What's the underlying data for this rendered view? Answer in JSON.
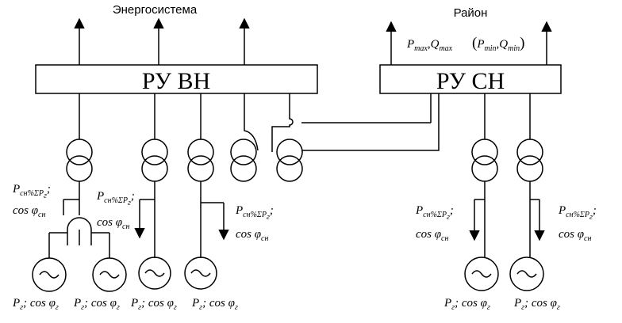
{
  "header": {
    "power_system": "Энергосистема",
    "district": "Район"
  },
  "buses": {
    "hv": "РУ ВН",
    "mv": "РУ СН"
  },
  "district_load": {
    "pmax": "P",
    "pmax_sub": "max",
    "qmax": "Q",
    "qmax_sub": "max",
    "pmin": "P",
    "pmin_sub": "min",
    "qmin": "Q",
    "qmin_sub": "min"
  },
  "aux_label": {
    "p": "P",
    "p_sub": "сн%ΣP",
    "p_sub2": "г",
    "cos": "cos φ",
    "cos_sub": "сн"
  },
  "gen_label": {
    "p": "P",
    "p_sub": "г",
    "cos": "cos φ",
    "cos_sub": "г"
  }
}
